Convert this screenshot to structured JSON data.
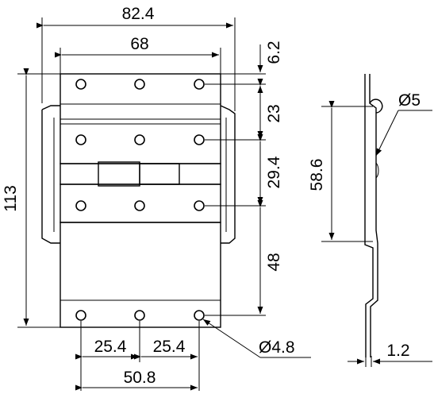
{
  "drawing": {
    "dimensions": {
      "overall_width": "82.4",
      "hole_span_width": "68",
      "top_offset": "6.2",
      "top_pitch": "23",
      "hinge_pitch": "29.4",
      "lower_pitch": "48",
      "overall_height": "113",
      "side_height": "58.6",
      "left_pitch": "25.4",
      "right_pitch": "25.4",
      "bottom_span": "50.8",
      "small_hole": "Ø4.8",
      "side_hole": "Ø5",
      "thickness": "1.2"
    }
  }
}
